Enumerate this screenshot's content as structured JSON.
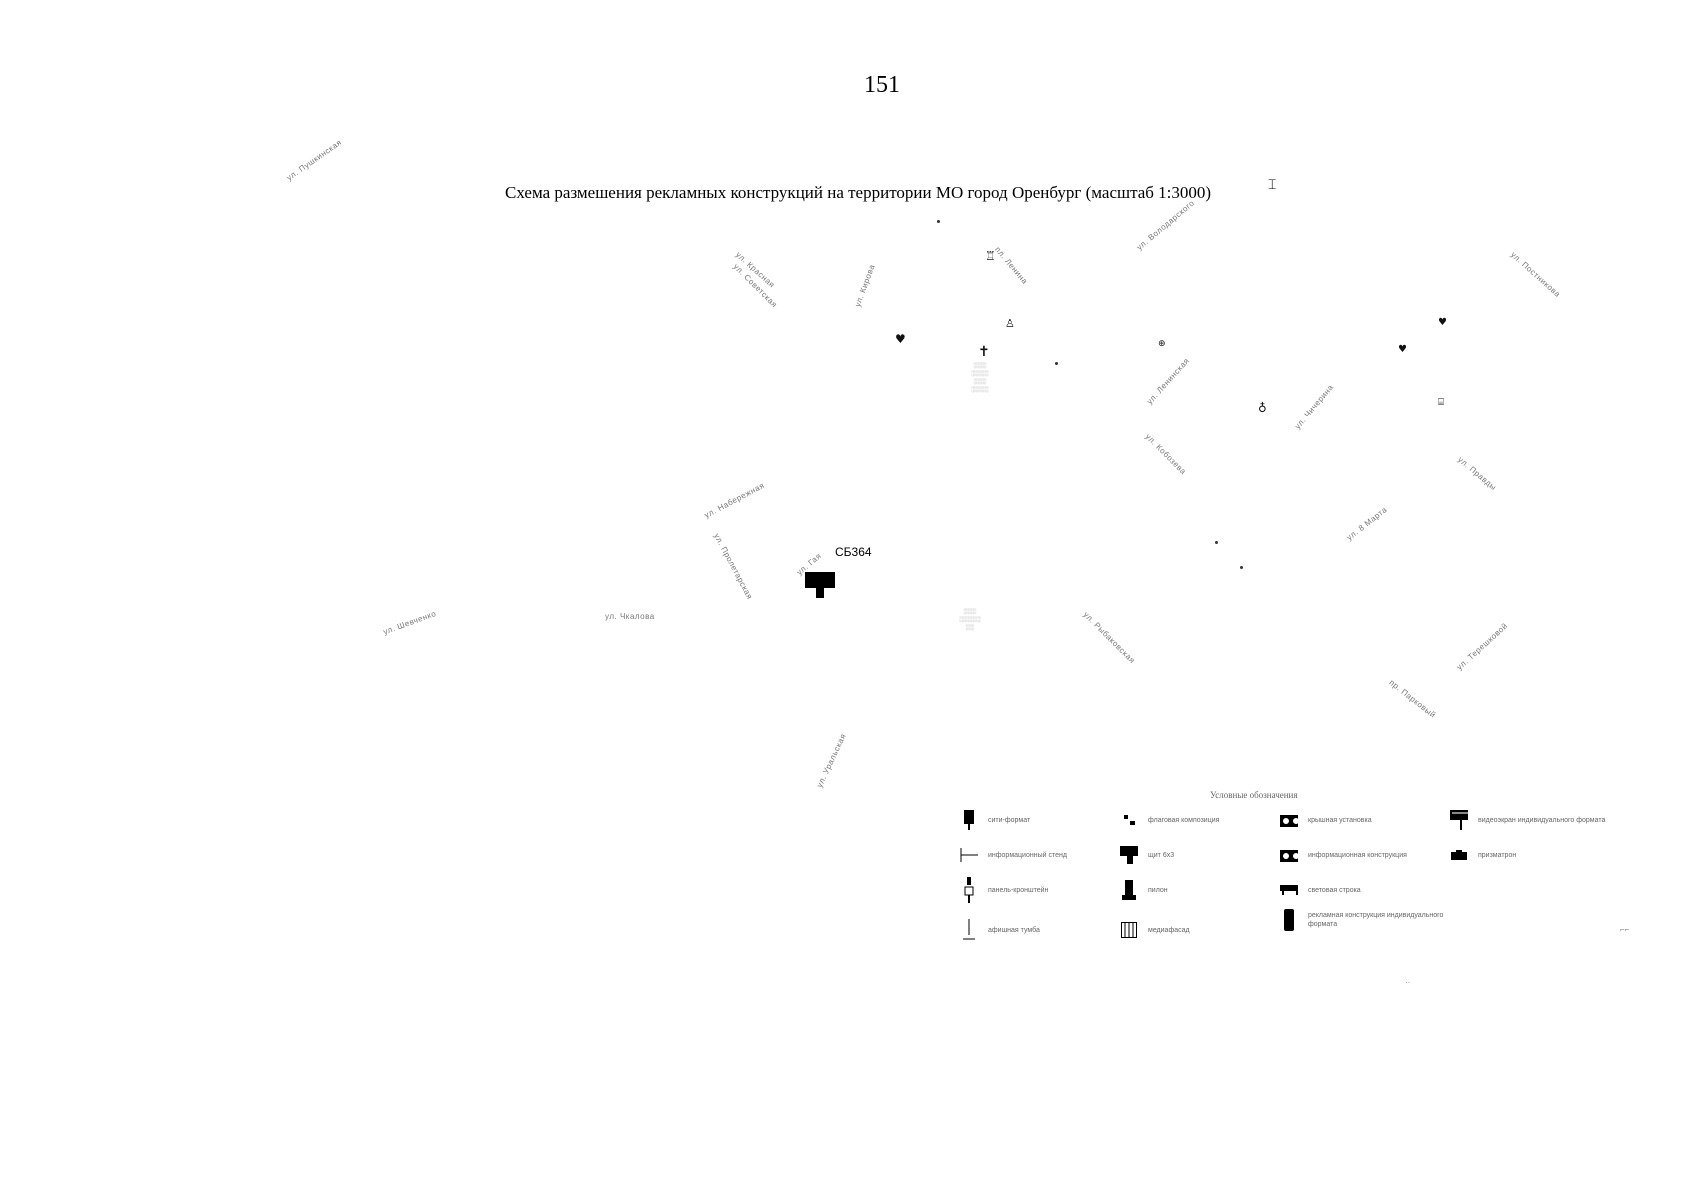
{
  "page": {
    "number": "151",
    "title": "Схема размешения рекламных конструкций на территории МО город Оренбург (масштаб 1:3000)"
  },
  "map": {
    "billboard_label": "СБ364",
    "streets": [
      "ул. Пушкинская",
      "ул. Советская",
      "пл. Ленина",
      "ул. Кирова",
      "ул. Володарского",
      "ул. Постникова",
      "ул. Ленинская",
      "ул. Чичерина",
      "ул. Кобозева",
      "ул. Правды",
      "ул. 8 Марта",
      "ул. Набережная",
      "ул. Пролетарская",
      "ул. Гая",
      "ул. Шевченко",
      "ул. Чкалова",
      "ул. Рыбаковская",
      "ул. Терешковой",
      "пр. Парковый",
      "ул. Уральская",
      "ул. Красная"
    ]
  },
  "legend": {
    "title": "Условные обозначения",
    "items": [
      {
        "label": "сити-формат",
        "icon": "citylight-icon"
      },
      {
        "label": "флаговая композиция",
        "icon": "flag-icon"
      },
      {
        "label": "крышная установка",
        "icon": "roof-icon"
      },
      {
        "label": "видеоэкран индивидуального формата",
        "icon": "video-screen-icon"
      },
      {
        "label": "информационный стенд",
        "icon": "info-stand-icon"
      },
      {
        "label": "щит 6х3",
        "icon": "billboard-icon"
      },
      {
        "label": "панель-кронштейн",
        "icon": "panel-icon"
      },
      {
        "label": "пилон",
        "icon": "pylon-icon"
      },
      {
        "label": "световая строка",
        "icon": "light-line-icon"
      },
      {
        "label": "рекламная конструкция индивидуального формата",
        "icon": "individual-icon"
      },
      {
        "label": "афишная тумба",
        "icon": "tumba-icon"
      },
      {
        "label": "медиафасад",
        "icon": "mediafacade-icon"
      },
      {
        "label": "информационная конструкция",
        "icon": "info-construction-icon"
      },
      {
        "label": "призматрон",
        "icon": "prism-icon"
      }
    ]
  }
}
